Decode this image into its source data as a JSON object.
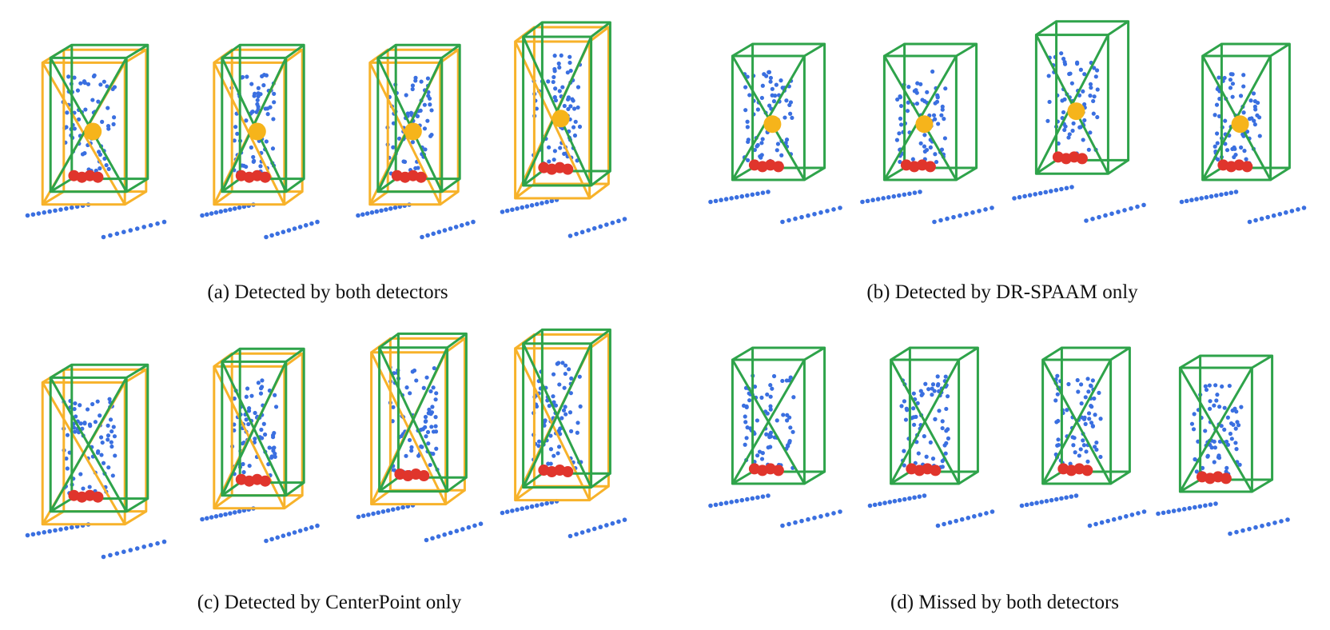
{
  "colors": {
    "box_green": "#2ea34a",
    "box_orange": "#f7b22a",
    "point_blue": "#3a6fe0",
    "point_red": "#e0352c",
    "center_gold": "#f6b41b"
  },
  "panels": [
    {
      "id": "a",
      "caption": "(a) Detected by both detectors",
      "scene_count": 4,
      "has_orange_boxes": true,
      "has_centers": true
    },
    {
      "id": "b",
      "caption": "(b) Detected by DR-SPAAM only",
      "scene_count": 4,
      "has_orange_boxes": false,
      "has_centers": true
    },
    {
      "id": "c",
      "caption": "(c) Detected by CenterPoint only",
      "scene_count": 4,
      "has_orange_boxes": true,
      "has_centers": false
    },
    {
      "id": "d",
      "caption": "(d) Missed by both detectors",
      "scene_count": 4,
      "has_orange_boxes": false,
      "has_centers": false
    }
  ]
}
